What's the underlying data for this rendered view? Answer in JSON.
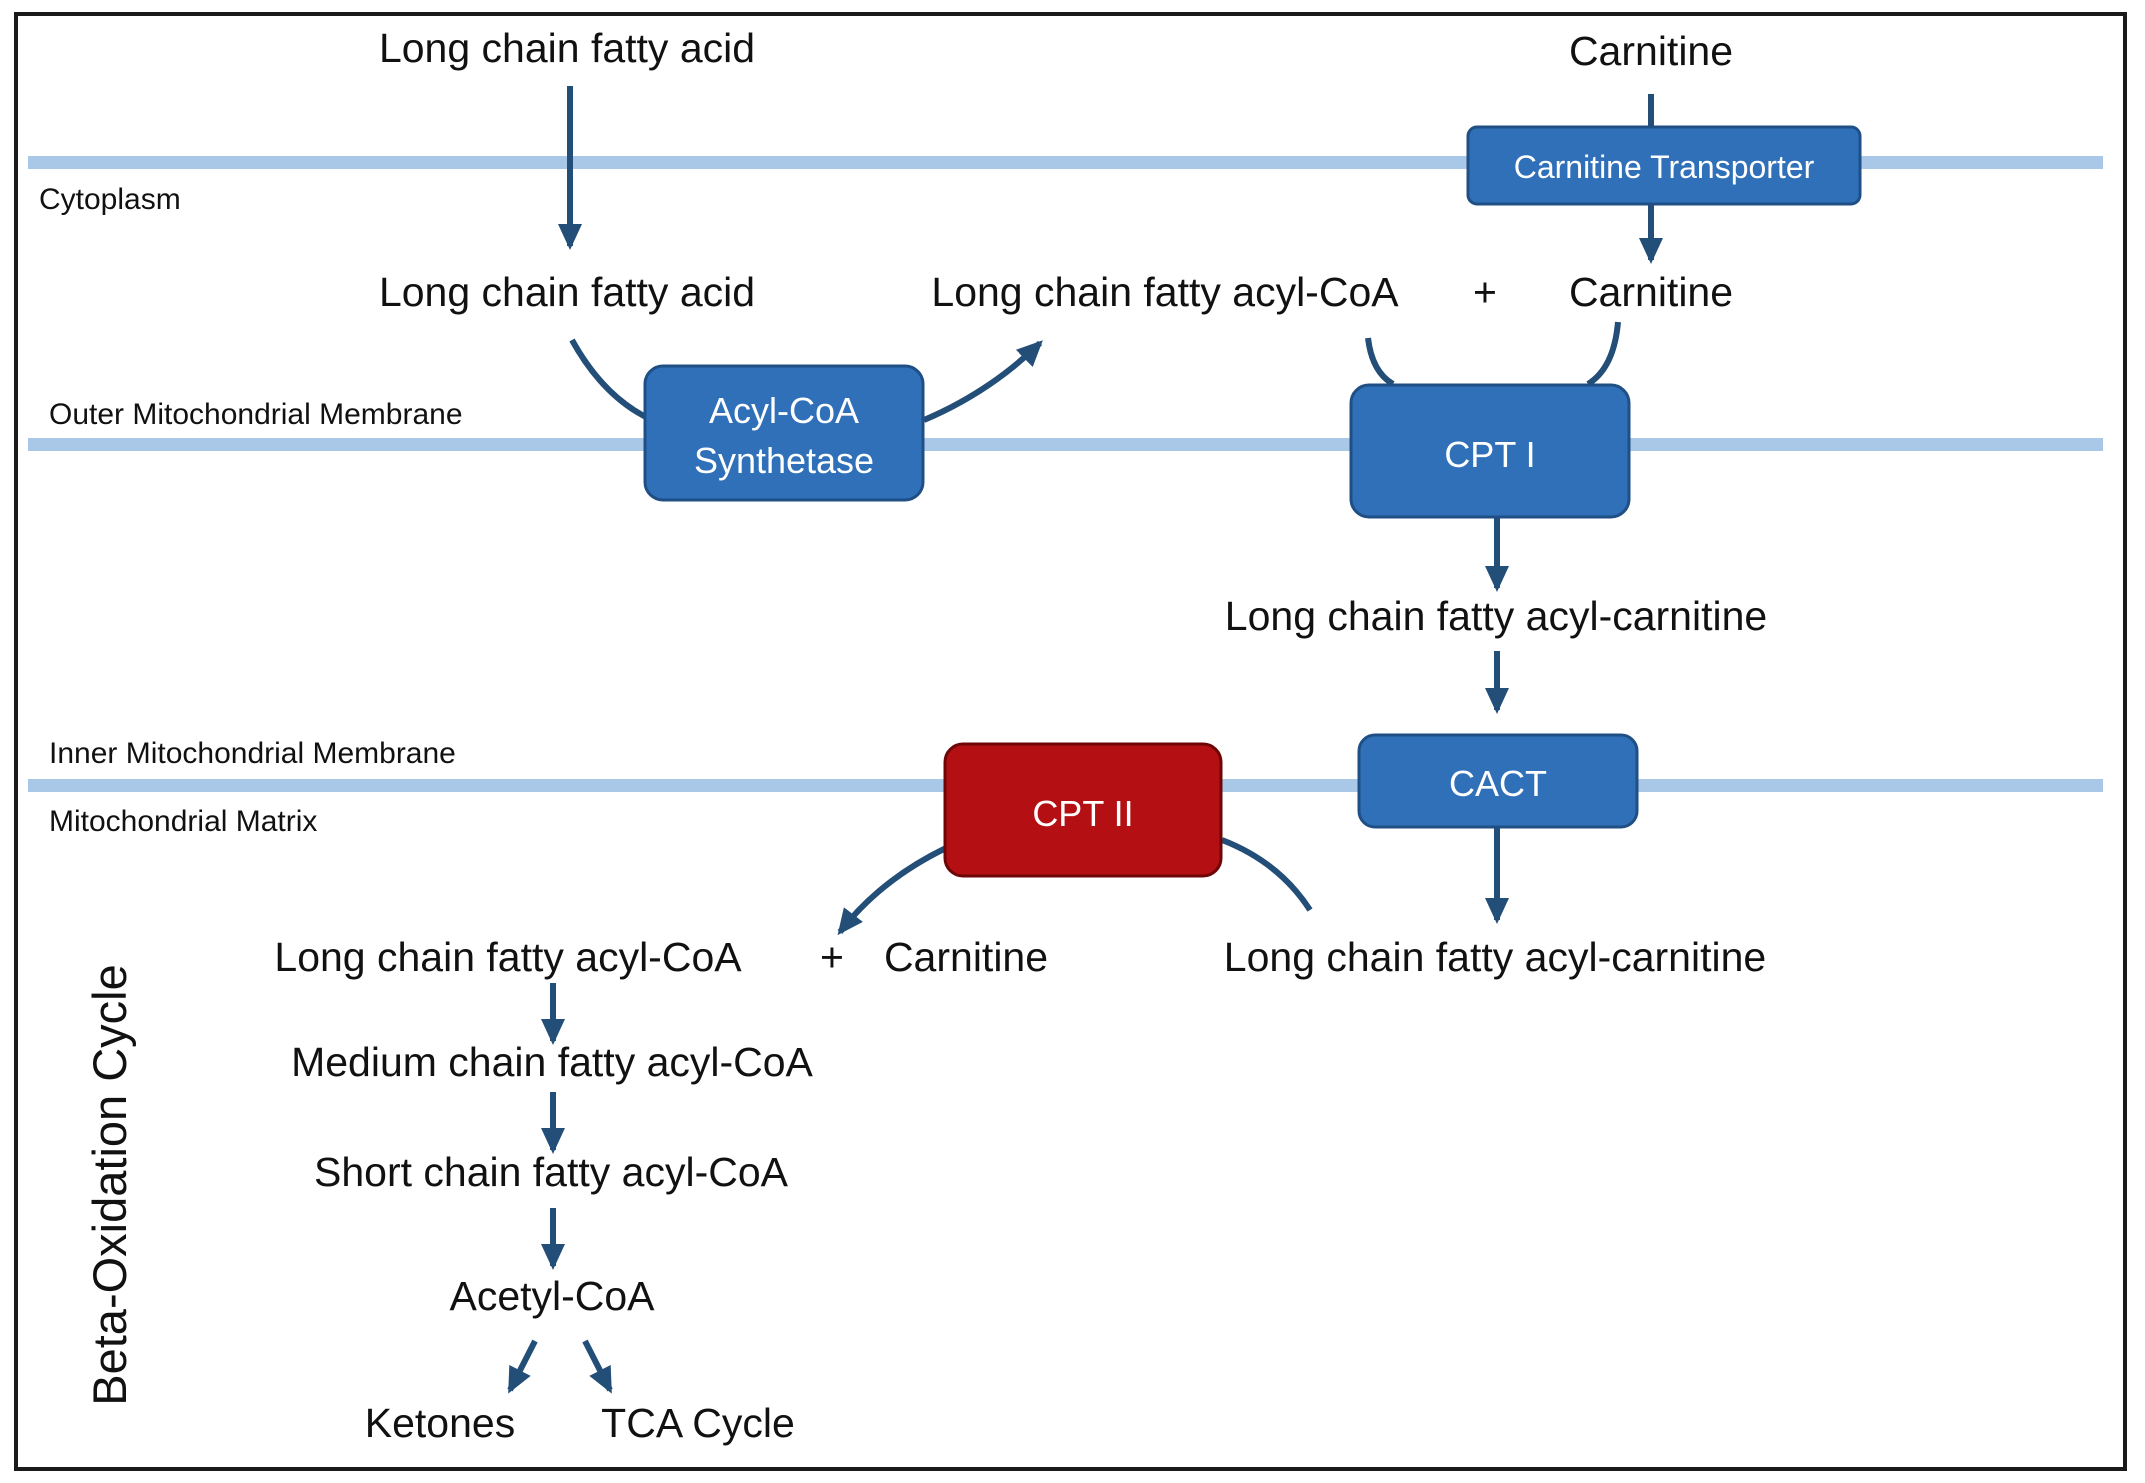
{
  "colors": {
    "membrane": "#a9c8e8",
    "enzyme_blue": "#2f70b8",
    "enzyme_blue_border": "#1f4f85",
    "enzyme_red": "#b40f12",
    "enzyme_red_border": "#6e0608",
    "arrow": "#234e78",
    "text": "#111111"
  },
  "regions": {
    "cytoplasm": "Cytoplasm",
    "outer_membrane": "Outer Mitochondrial Membrane",
    "inner_membrane": "Inner Mitochondrial Membrane",
    "matrix": "Mitochondrial Matrix"
  },
  "enzymes": {
    "carnitine_transporter": "Carnitine Transporter",
    "acyl_coa_synthetase_line1": "Acyl-CoA",
    "acyl_coa_synthetase_line2": "Synthetase",
    "cpt1": "CPT I",
    "cact": "CACT",
    "cpt2": "CPT II"
  },
  "molecules": {
    "lcfa_outside": "Long chain fatty acid",
    "carnitine_outside": "Carnitine",
    "lcfa_cytoplasm": "Long chain fatty acid",
    "lcfa_acyl_coa_cytoplasm": "Long chain fatty acyl-CoA",
    "plus_cytoplasm": "+",
    "carnitine_cytoplasm": "Carnitine",
    "acylcarnitine_intermembrane": "Long chain fatty acyl-carnitine",
    "acyl_coa_matrix": "Long chain fatty acyl-CoA",
    "plus_matrix": "+",
    "carnitine_matrix": "Carnitine",
    "acylcarnitine_matrix": "Long chain fatty acyl-carnitine",
    "medium_chain": "Medium chain fatty acyl-CoA",
    "short_chain": "Short chain fatty acyl-CoA",
    "acetyl_coa": "Acetyl-CoA",
    "ketones": "Ketones",
    "tca_cycle": "TCA Cycle"
  },
  "cycle_label": "Beta-Oxidation Cycle"
}
